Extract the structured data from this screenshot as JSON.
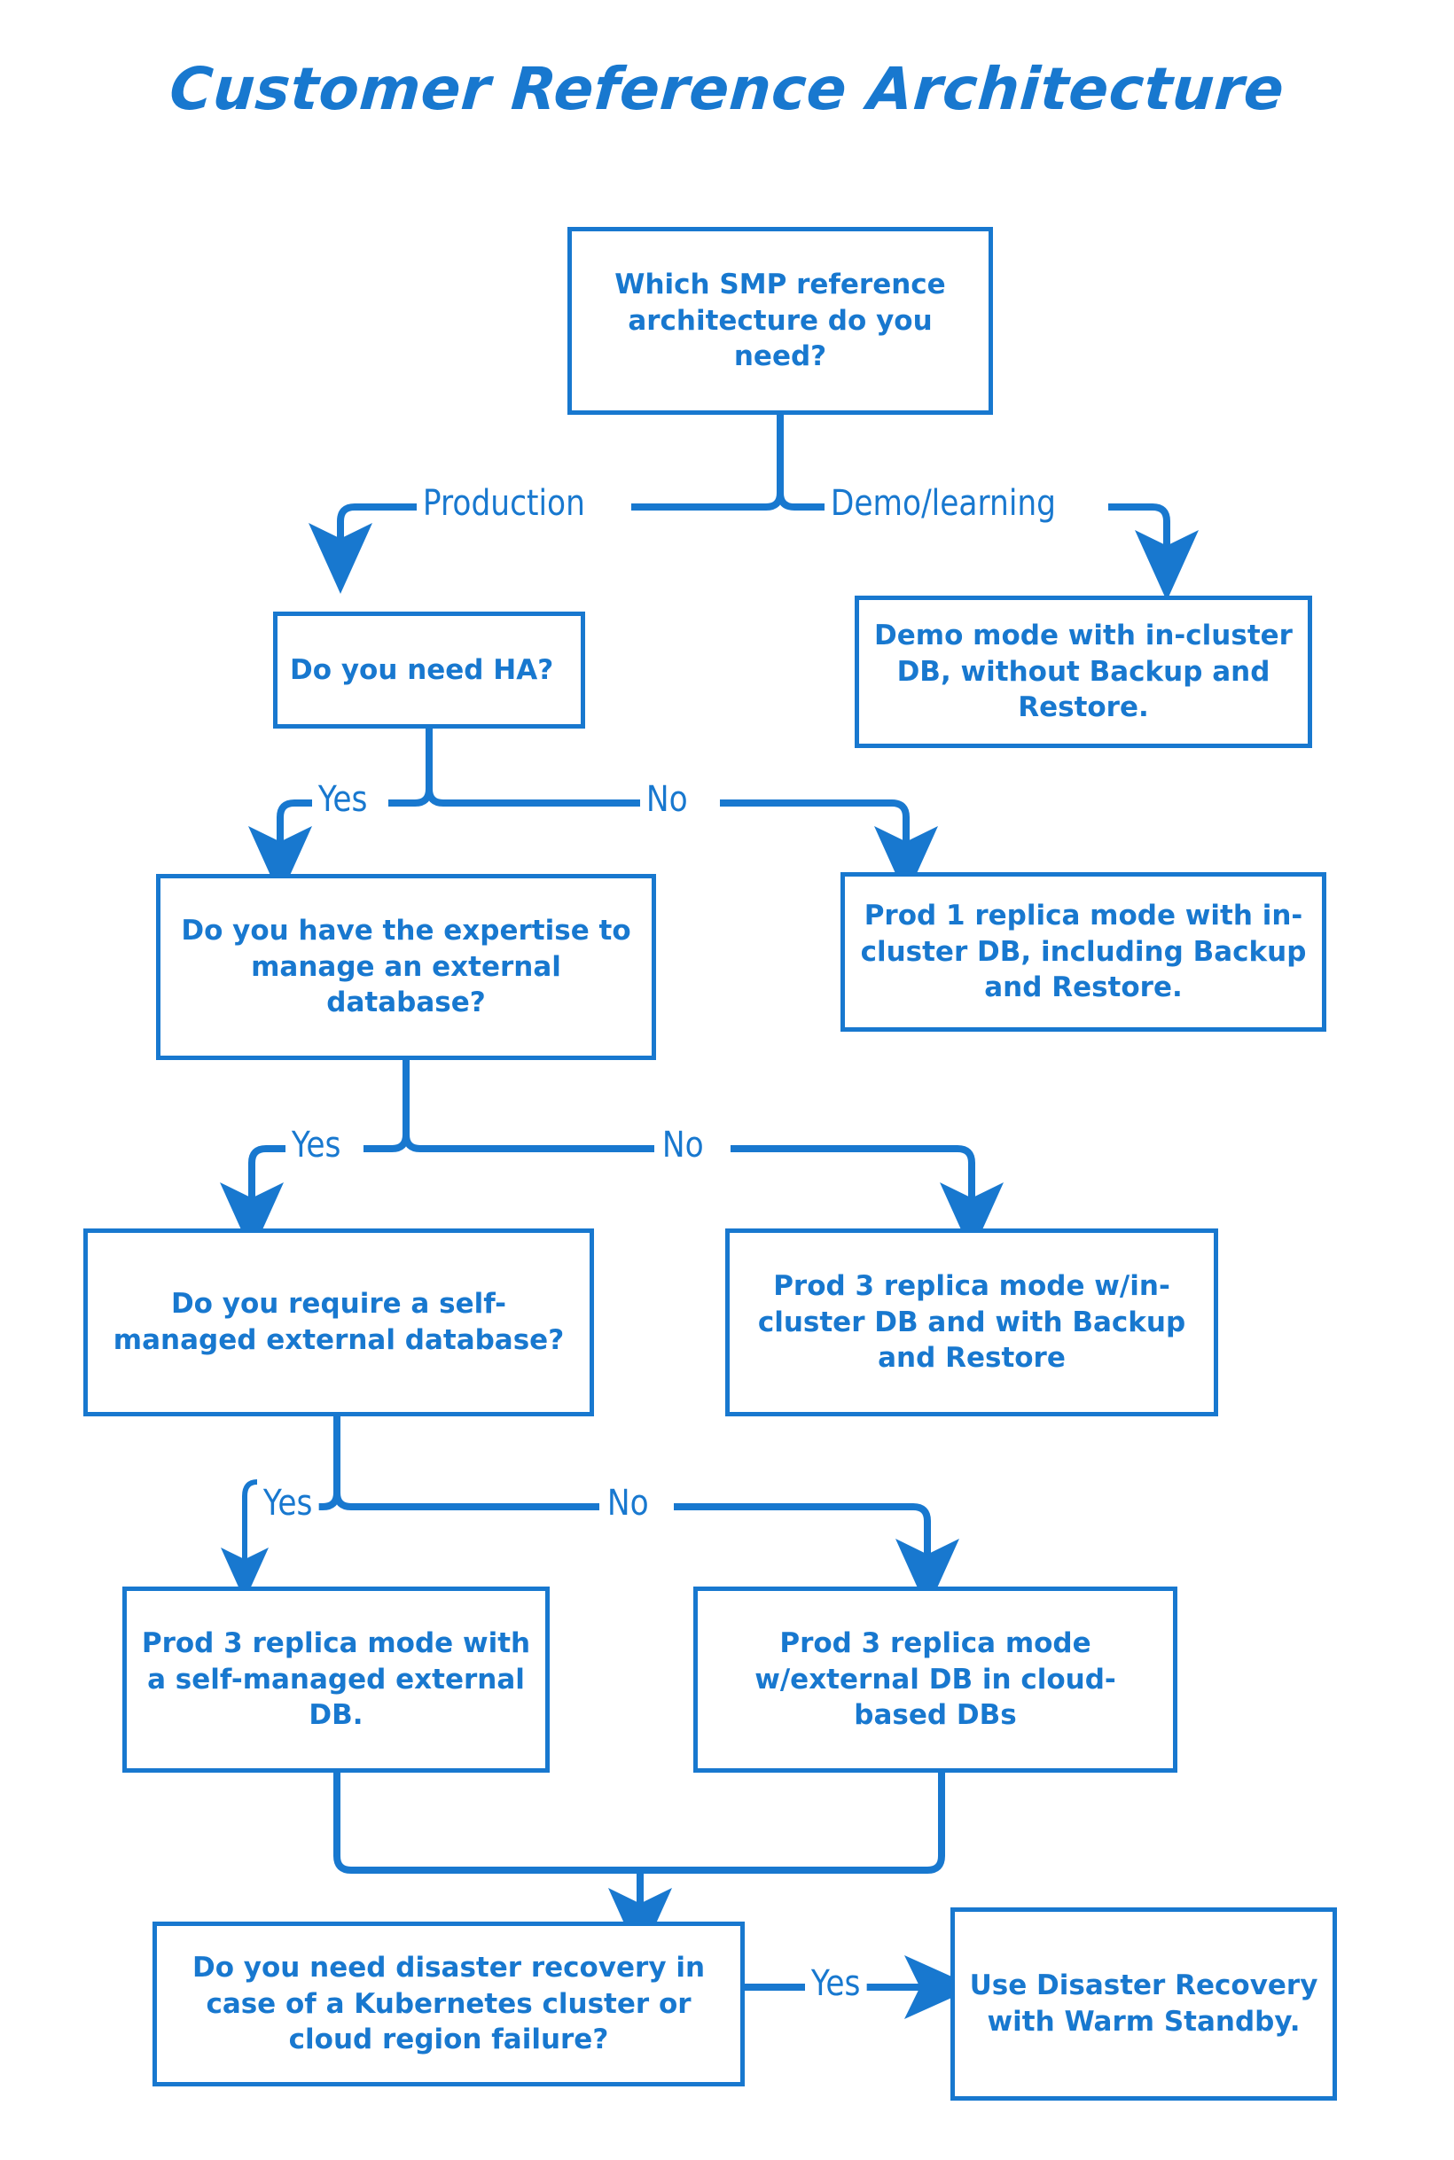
{
  "page": {
    "title": "Customer Reference Architecture",
    "accent_color": "#1878CF",
    "background_color": "#FFFFFF"
  },
  "diagram": {
    "type": "flowchart",
    "nodes": [
      {
        "id": "start",
        "shape": "rect",
        "kind": "decision",
        "text": "Which SMP reference architecture do you need?"
      },
      {
        "id": "demo",
        "shape": "rect",
        "kind": "outcome",
        "text": "Demo mode with in-cluster DB, without Backup and Restore."
      },
      {
        "id": "ha",
        "shape": "rect",
        "kind": "decision",
        "text": "Do you need HA?"
      },
      {
        "id": "prod1",
        "shape": "rect",
        "kind": "outcome",
        "text": "Prod 1 replica mode with in-cluster DB, including Backup and Restore."
      },
      {
        "id": "expertise",
        "shape": "rect",
        "kind": "decision",
        "text": "Do you have the expertise to manage an external database?"
      },
      {
        "id": "prod3incl",
        "shape": "rect",
        "kind": "outcome",
        "text": "Prod 3 replica mode w/in-cluster DB and with Backup and Restore"
      },
      {
        "id": "selfmanaged",
        "shape": "rect",
        "kind": "decision",
        "text": "Do you require a self-managed external database?"
      },
      {
        "id": "prod3self",
        "shape": "rect",
        "kind": "outcome",
        "text": "Prod 3 replica mode with a self-managed external DB."
      },
      {
        "id": "prod3cloud",
        "shape": "rect",
        "kind": "outcome",
        "text": "Prod 3 replica mode w/external DB in cloud-based DBs"
      },
      {
        "id": "dr",
        "shape": "rect",
        "kind": "decision",
        "text": "Do you need disaster recovery in case of a Kubernetes cluster or cloud region failure?"
      },
      {
        "id": "warmstandby",
        "shape": "rect",
        "kind": "outcome",
        "text": "Use Disaster Recovery with Warm Standby."
      }
    ],
    "edges": [
      {
        "from": "start",
        "to": "ha",
        "label": "Production"
      },
      {
        "from": "start",
        "to": "demo",
        "label": "Demo/learning"
      },
      {
        "from": "ha",
        "to": "expertise",
        "label": "Yes"
      },
      {
        "from": "ha",
        "to": "prod1",
        "label": "No"
      },
      {
        "from": "expertise",
        "to": "selfmanaged",
        "label": "Yes"
      },
      {
        "from": "expertise",
        "to": "prod3incl",
        "label": "No"
      },
      {
        "from": "selfmanaged",
        "to": "prod3self",
        "label": "Yes"
      },
      {
        "from": "selfmanaged",
        "to": "prod3cloud",
        "label": "No"
      },
      {
        "from": "prod3self",
        "to": "dr",
        "label": ""
      },
      {
        "from": "prod3cloud",
        "to": "dr",
        "label": ""
      },
      {
        "from": "dr",
        "to": "warmstandby",
        "label": "Yes"
      }
    ]
  }
}
